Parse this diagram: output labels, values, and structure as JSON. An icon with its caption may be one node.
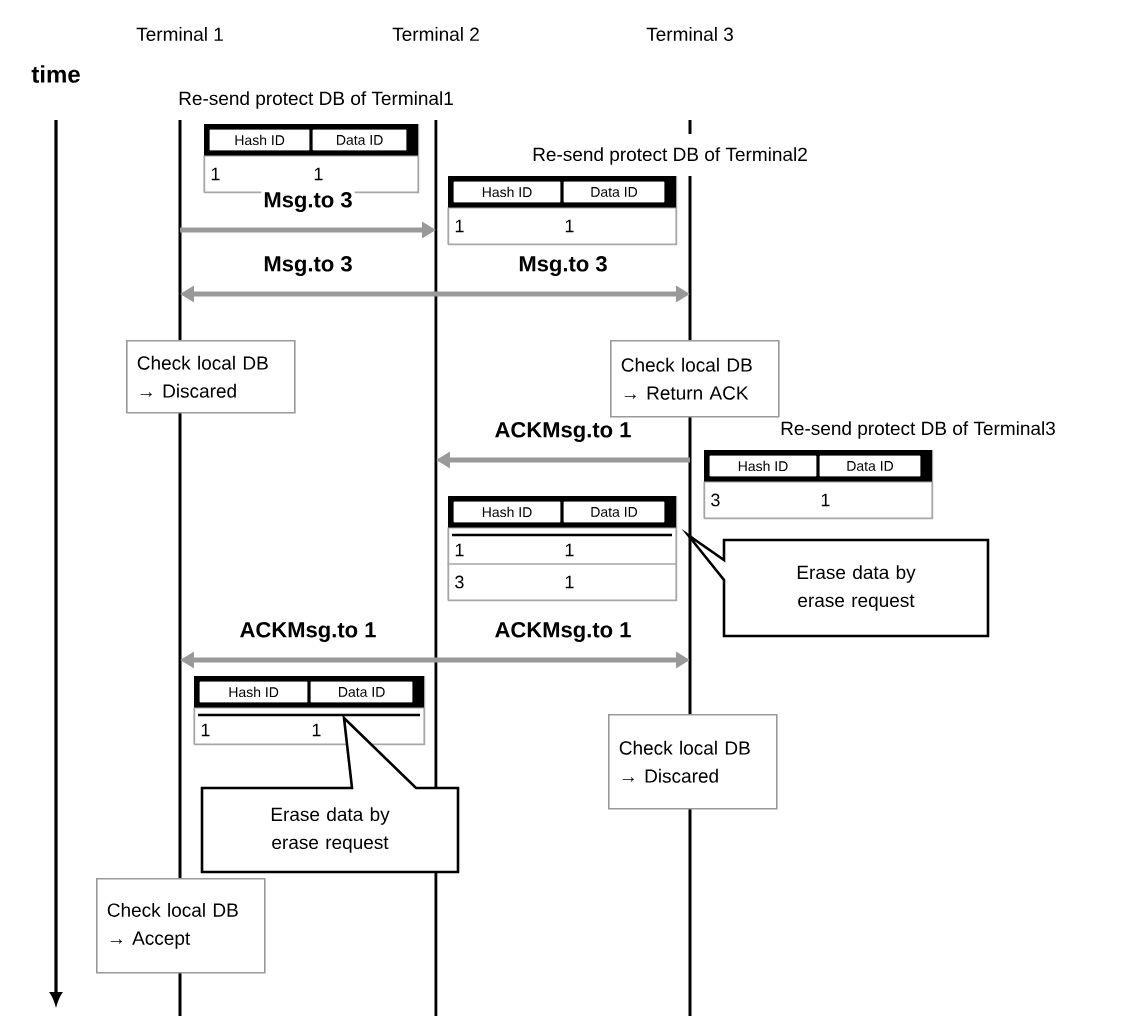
{
  "diagram": {
    "nodes": [
      {
        "text": [
          "Terminal 1"
        ]
      },
      {
        "text": [
          "Terminal 2"
        ]
      },
      {
        "text": [
          "Terminal 3"
        ]
      },
      {
        "text": [
          "Re-send protect DB of Terminal1",
          "Hash ID",
          "Data ID",
          "1",
          "1"
        ]
      },
      {
        "text": [
          "Re-send protect DB of Terminal2",
          "Hash ID",
          "Data ID",
          "1",
          "1"
        ]
      },
      {
        "text": [
          "Check local DB → Discared"
        ]
      },
      {
        "text": [
          "Check local DB → Return ACK"
        ]
      },
      {
        "text": [
          "Re-send protect DB of Terminal3",
          "Hash ID",
          "Data ID",
          "3",
          "1"
        ]
      },
      {
        "text": [
          "Hash ID",
          "Data ID",
          "1",
          "1",
          "3",
          "1"
        ]
      },
      {
        "text": [
          "Erase data by erase request"
        ]
      },
      {
        "text": [
          "Hash ID",
          "Data ID",
          "1",
          "1"
        ]
      },
      {
        "text": [
          "Erase data by erase request"
        ]
      },
      {
        "text": [
          "Check local DB → Discared"
        ]
      },
      {
        "text": [
          "Check local DB → Accept"
        ]
      }
    ],
    "edges": [
      {
        "from": 0,
        "to": 1,
        "arrow": "to",
        "label": "Msg.to 3"
      },
      {
        "from": 1,
        "to": 0,
        "arrow": "to",
        "label": "Msg.to 3"
      },
      {
        "from": 1,
        "to": 2,
        "arrow": "to",
        "label": "Msg.to 3"
      },
      {
        "from": 2,
        "to": 1,
        "arrow": "to",
        "label": "ACKMsg.to 1"
      },
      {
        "from": 1,
        "to": 0,
        "arrow": "to",
        "label": "ACKMsg.to 1"
      },
      {
        "from": 1,
        "to": 2,
        "arrow": "to",
        "label": "ACKMsg.to 1"
      }
    ],
    "labels": [
      "time"
    ]
  }
}
